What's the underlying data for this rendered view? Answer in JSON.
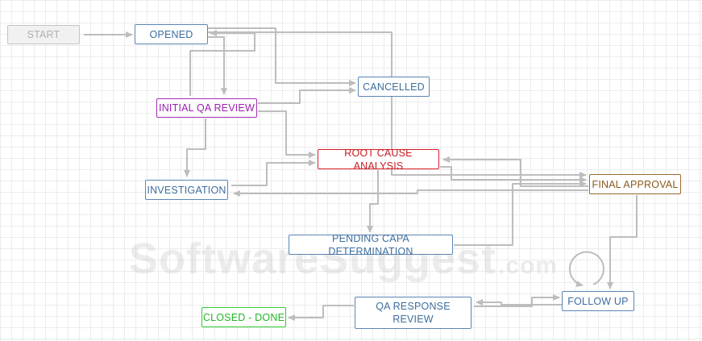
{
  "diagram": {
    "nodes": {
      "start": "START",
      "opened": "OPENED",
      "cancelled": "CANCELLED",
      "initial_qa_review": "INITIAL QA REVIEW",
      "root_cause_analysis": "ROOT CAUSE ANALYSIS",
      "investigation": "INVESTIGATION",
      "final_approval": "FINAL APPROVAL",
      "pending_capa_determination": "PENDING CAPA DETERMINATION",
      "follow_up": "FOLLOW UP",
      "qa_response_review_line1": "QA RESPONSE",
      "qa_response_review_line2": "REVIEW",
      "closed_done": "CLOSED - DONE"
    },
    "edge_color": "#bdbdbd",
    "state_colors": {
      "start": "#c4c4c4",
      "default": "#5b86b5",
      "initial_qa_review": "#a52eb8",
      "root_cause_analysis": "#d82027",
      "final_approval": "#9b6a2b",
      "closed_done": "#2fcc33"
    }
  },
  "watermark": {
    "text": "SoftwareSuggest",
    "suffix": ".com"
  }
}
